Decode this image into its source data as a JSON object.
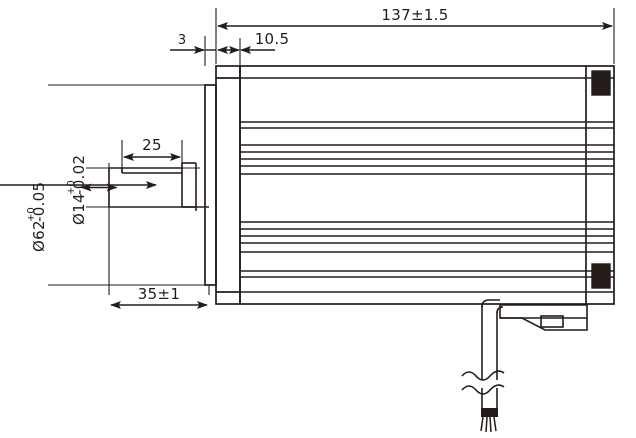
{
  "drawing": {
    "type": "mechanical-dimension-drawing",
    "subject": "stepper-motor-side-view",
    "background_color": "#ffffff",
    "line_color": "#241c18",
    "text_color": "#241c18"
  },
  "dimensions": {
    "overall_length": "137±1.5",
    "flange_thickness": "3",
    "pilot_step": "10.5",
    "shaft_flat_length": "25",
    "shaft_extension": "35±1",
    "flange_diameter_value": "Ø62",
    "flange_diameter_tol_upper": "+0",
    "flange_diameter_tol_lower": "-0.05",
    "shaft_diameter_value": "Ø14",
    "shaft_diameter_tol_upper": "+0",
    "shaft_diameter_tol_lower": "-0.02"
  },
  "features": {
    "body_label": "motor-body",
    "front_flange_label": "front-flange",
    "shaft_label": "output-shaft",
    "rear_cap_label": "rear-end-cap",
    "connector_label": "cable-connector-block",
    "cable_label": "exit-cable",
    "break_symbol_label": "cable-break-symbol",
    "mounting_hole_label": "mounting-hole"
  }
}
